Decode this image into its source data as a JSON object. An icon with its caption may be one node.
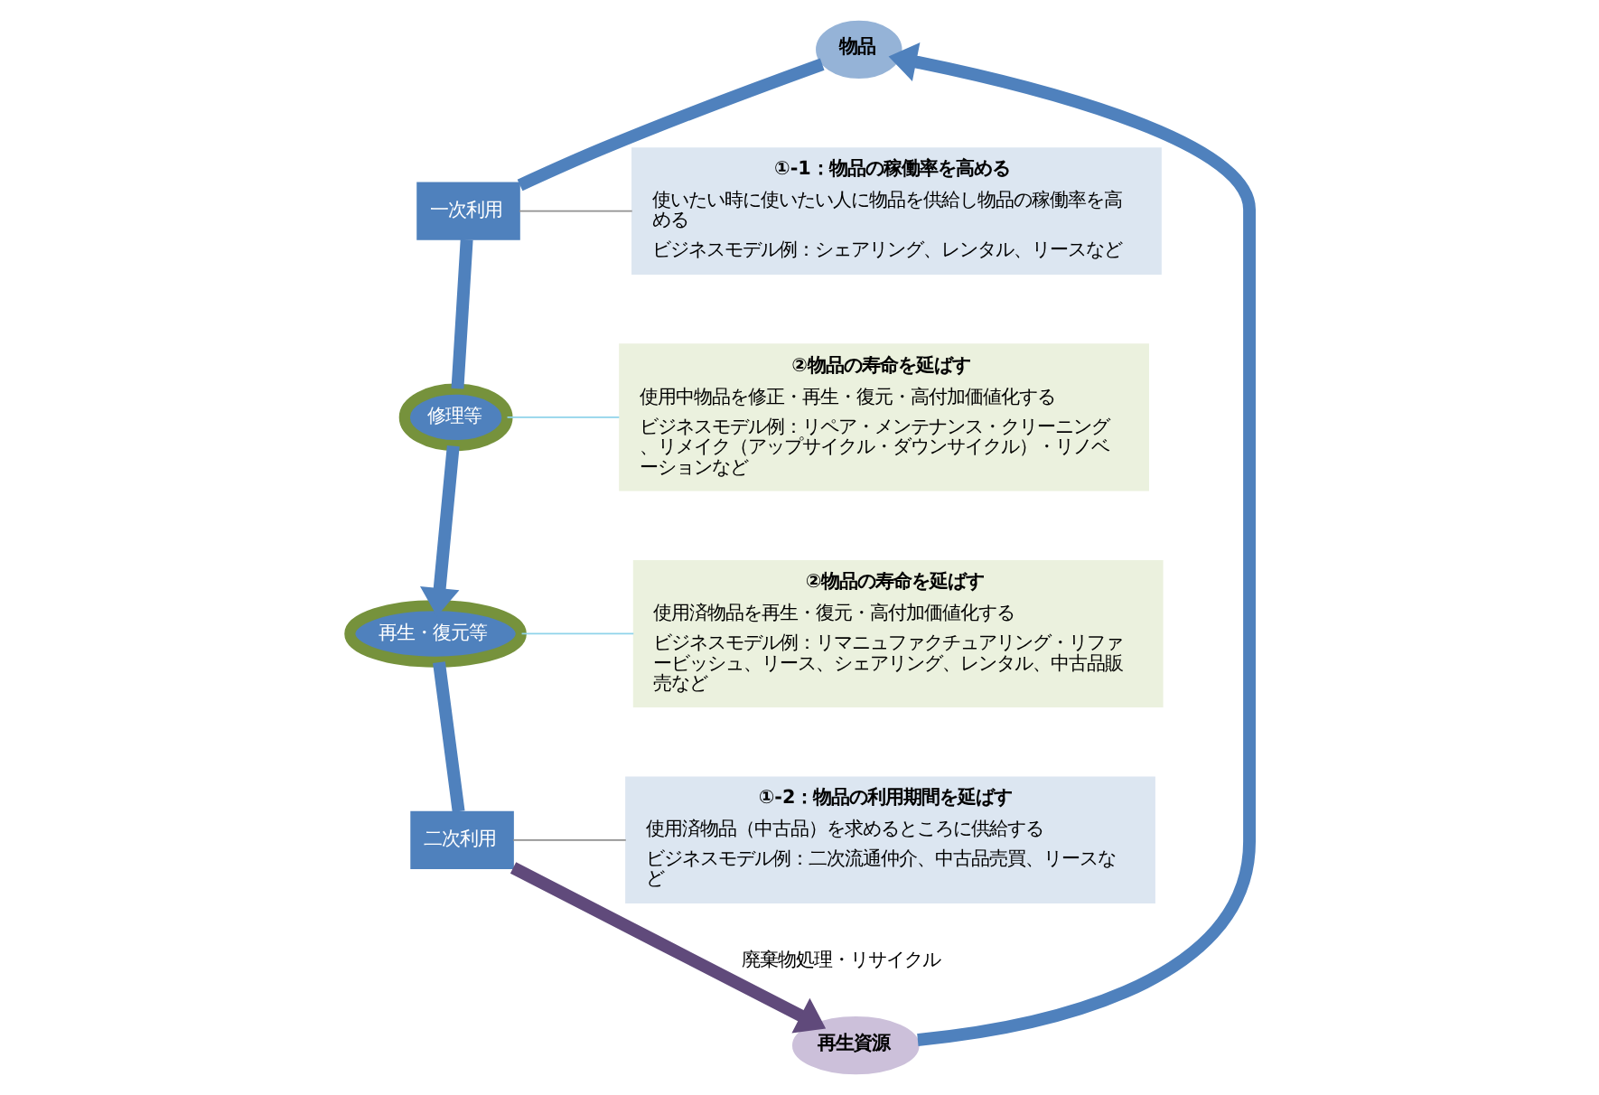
{
  "diagram": {
    "nodes": [
      {
        "text": [
          "物品"
        ]
      },
      {
        "text": [
          "再生資源"
        ]
      },
      {
        "text": [
          "一次利用"
        ]
      },
      {
        "text": [
          "修理等"
        ]
      },
      {
        "text": [
          "再生・復元等"
        ]
      },
      {
        "text": [
          "二次利用"
        ]
      },
      {
        "text": [
          "①-1：物品の稼働率を高める",
          "使いたい時に使いたい人に物品を供給し物品の稼働率を高める",
          "ビジネスモデル例：シェアリング、レンタル、リースなど"
        ]
      },
      {
        "text": [
          "②物品の寿命を延ばす",
          "使用中物品を修正・再生・復元・高付加価値化する",
          "ビジネスモデル例：リペア・メンテナンス・クリーニング、リメイク（アップサイクル・ダウンサイクル）・リノベーションなど"
        ]
      },
      {
        "text": [
          "②物品の寿命を延ばす",
          "使用済物品を再生・復元・高付加価値化する",
          "ビジネスモデル例：リマニュファクチュアリング・リファービッシュ、リース、シェアリング、レンタル、中古品販売など"
        ]
      },
      {
        "text": [
          "①-2：物品の利用期間を延ばす",
          "使用済物品（中古品）を求めるところに供給する",
          "ビジネスモデル例：二次流通仲介、中古品売買、リースなど"
        ]
      }
    ],
    "edges": [
      {
        "from": 0,
        "to": 2,
        "arrow": "none"
      },
      {
        "from": 2,
        "to": 3,
        "arrow": "none"
      },
      {
        "from": 3,
        "to": 4,
        "arrow": "to"
      },
      {
        "from": 4,
        "to": 5,
        "arrow": "none"
      },
      {
        "from": 5,
        "to": 1,
        "arrow": "to",
        "label": "廃棄物処理・リサイクル",
        "color": "#604a7b"
      },
      {
        "from": 1,
        "to": 0,
        "arrow": "to"
      },
      {
        "from": 6,
        "to": 2,
        "arrow": "none",
        "color": "#909090"
      },
      {
        "from": 7,
        "to": 3,
        "arrow": "none",
        "color": "#8fd3ea"
      },
      {
        "from": 8,
        "to": 4,
        "arrow": "none",
        "color": "#8fd3ea"
      },
      {
        "from": 9,
        "to": 5,
        "arrow": "none",
        "color": "#909090"
      }
    ]
  }
}
